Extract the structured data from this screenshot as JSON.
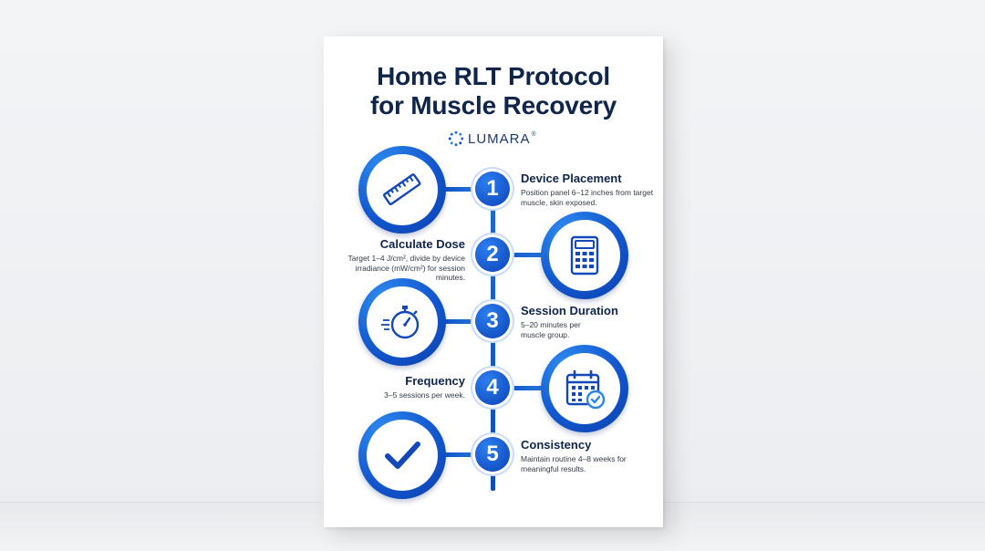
{
  "poster": {
    "title_line1": "Home RLT Protocol",
    "title_line2": "for Muscle Recovery",
    "brand": "LUMARA",
    "brand_mark": "®"
  },
  "colors": {
    "primary": "#0d4cc2",
    "accent": "#2c86e6",
    "title": "#10254a"
  },
  "steps": [
    {
      "number": "1",
      "title": "Device Placement",
      "desc": "Position panel 6–12 inches from target muscle, skin exposed.",
      "icon": "ruler-icon"
    },
    {
      "number": "2",
      "title": "Calculate Dose",
      "desc": "Target 1–4 J/cm², divide by device irradiance (mW/cm²) for session minutes.",
      "icon": "calculator-icon"
    },
    {
      "number": "3",
      "title": "Session Duration",
      "desc": "5–20 minutes per muscle group.",
      "icon": "stopwatch-icon"
    },
    {
      "number": "4",
      "title": "Frequency",
      "desc": "3–5 sessions per week.",
      "icon": "calendar-check-icon"
    },
    {
      "number": "5",
      "title": "Consistency",
      "desc": "Maintain routine 4–8 weeks for meaningful results.",
      "icon": "checkmark-icon"
    }
  ]
}
